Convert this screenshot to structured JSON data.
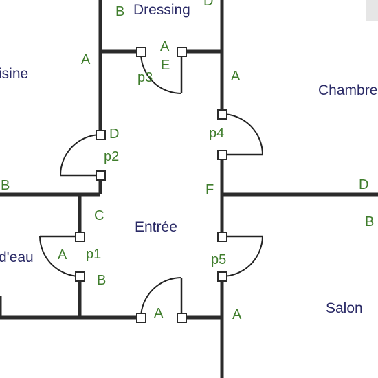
{
  "rooms": {
    "dressing": "Dressing",
    "cuisine": "isine",
    "chambre": "Chambre",
    "entree": "Entrée",
    "salle_eau": "d'eau",
    "salon": "Salon"
  },
  "doors": {
    "p1": "p1",
    "p2": "p2",
    "p3": "p3",
    "p4": "p4",
    "p5": "p5"
  },
  "tags": {
    "b_dressing": "B",
    "d_dressing": "D",
    "a_left_upper": "A",
    "a_p3": "A",
    "e_p3": "E",
    "a_right_upper": "A",
    "d_p2": "D",
    "b_left_wall": "B",
    "c_p1": "C",
    "a_p1": "A",
    "b_p1": "B",
    "f_right": "F",
    "d_right_wall": "D",
    "b_right_wall": "B",
    "a_bottom_door": "A",
    "a_bottom_right": "A"
  },
  "colors": {
    "wall": "#2b2b2b",
    "room_label": "#2a2a66",
    "node_label": "#3f7d2c"
  }
}
